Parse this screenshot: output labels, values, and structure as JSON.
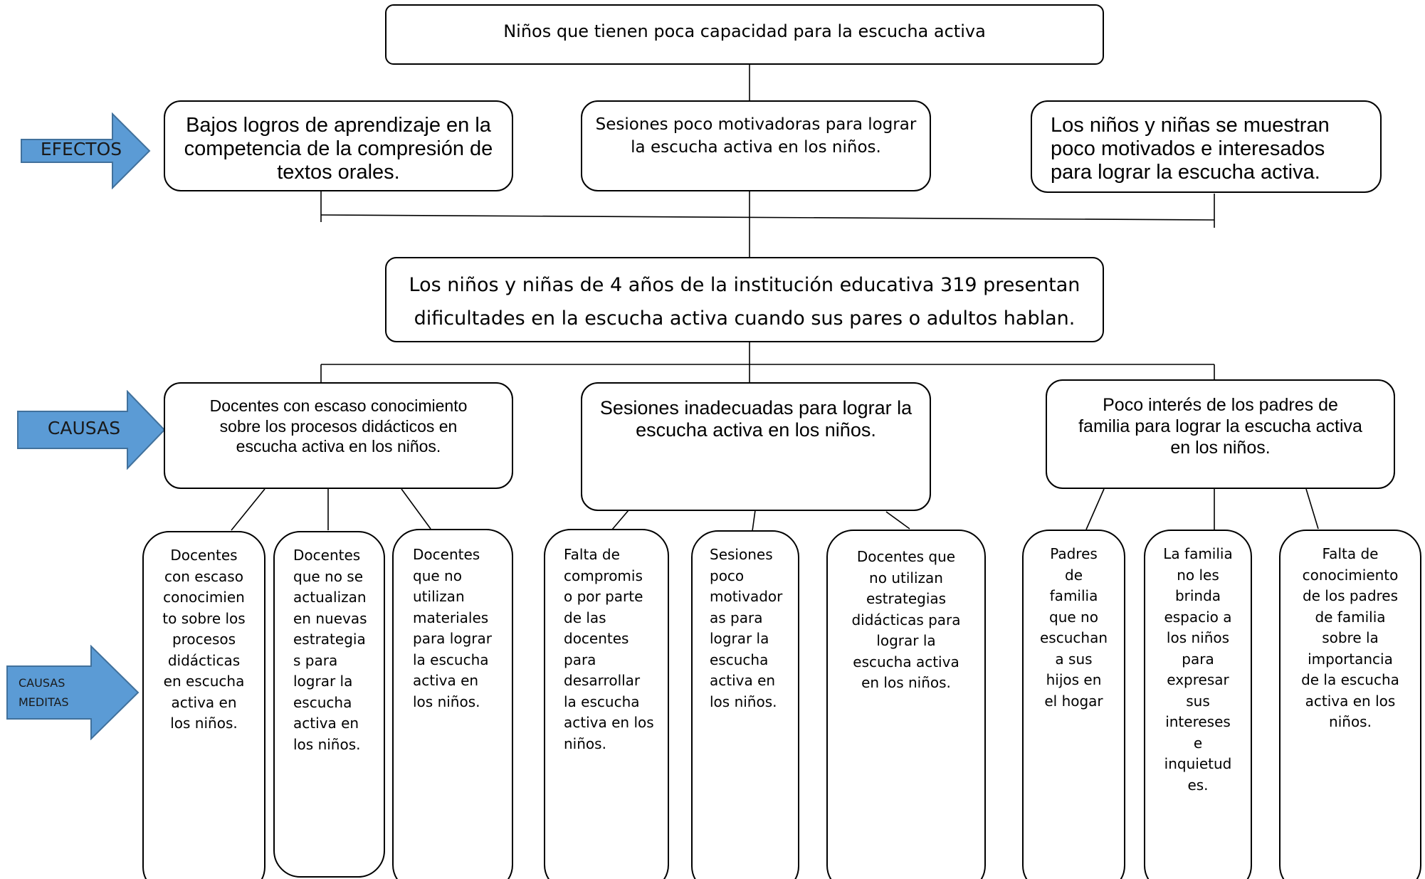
{
  "title": "Niños que tienen poca capacidad para la escucha activa",
  "labels": {
    "efectos": "EFECTOS",
    "causas": "CAUSAS",
    "causas_meditas": "CAUSAS\nMEDITAS"
  },
  "effects": [
    "Bajos logros de aprendizaje en la\ncompetencia de la compresión de\ntextos orales.",
    "Sesiones poco motivadoras para lograr\nla escucha activa en los niños.",
    "Los niños y niñas se muestran\npoco motivados e interesados\npara lograr la escucha activa."
  ],
  "central_problem": "Los niños y niñas de 4 años de la institución educativa 319 presentan\ndificultades en la escucha activa cuando sus pares o adultos hablan.",
  "causes": [
    "Docentes con escaso conocimiento\nsobre los procesos didácticos en\nescucha activa en los niños.",
    "Sesiones inadecuadas para lograr la\nescucha activa en los niños.",
    "Poco interés de los padres de\nfamilia para lograr la escucha activa\nen los niños."
  ],
  "subcauses": [
    "Docentes\ncon escaso\nconocimien\nto sobre los\nprocesos\ndidácticas\nen escucha\nactiva en\nlos niños.",
    "Docentes\nque no se\nactualizan\nen nuevas\nestrategia\ns para\nlograr la\nescucha\nactiva en\nlos niños.",
    "Docentes\nque no\nutilizan\nmateriales\npara lograr\nla escucha\nactiva en\nlos niños.",
    "Falta de\ncompromis\no por parte\nde las\ndocentes\npara\ndesarrollar\nla escucha\nactiva en los\nniños.",
    "Sesiones\npoco\nmotivador\nas para\nlograr la\nescucha\nactiva en\nlos niños.",
    "Docentes que\nno utilizan\nestrategias\ndidácticas para\nlograr la\nescucha activa\nen los niños.",
    "Padres\nde\nfamilia\nque no\nescuchan\na sus\nhijos en\nel hogar",
    "La familia\nno les\nbrinda\nespacio a\nlos niños\npara\nexpresar\nsus\nintereses\ne\ninquietud\nes.",
    "Falta de\nconocimiento\nde los padres\nde familia\nsobre la\nimportancia\nde la escucha\nactiva en los\nniños."
  ],
  "colors": {
    "arrow_fill": "#5b9bd5",
    "arrow_stroke": "#41719c",
    "line": "#000000"
  }
}
